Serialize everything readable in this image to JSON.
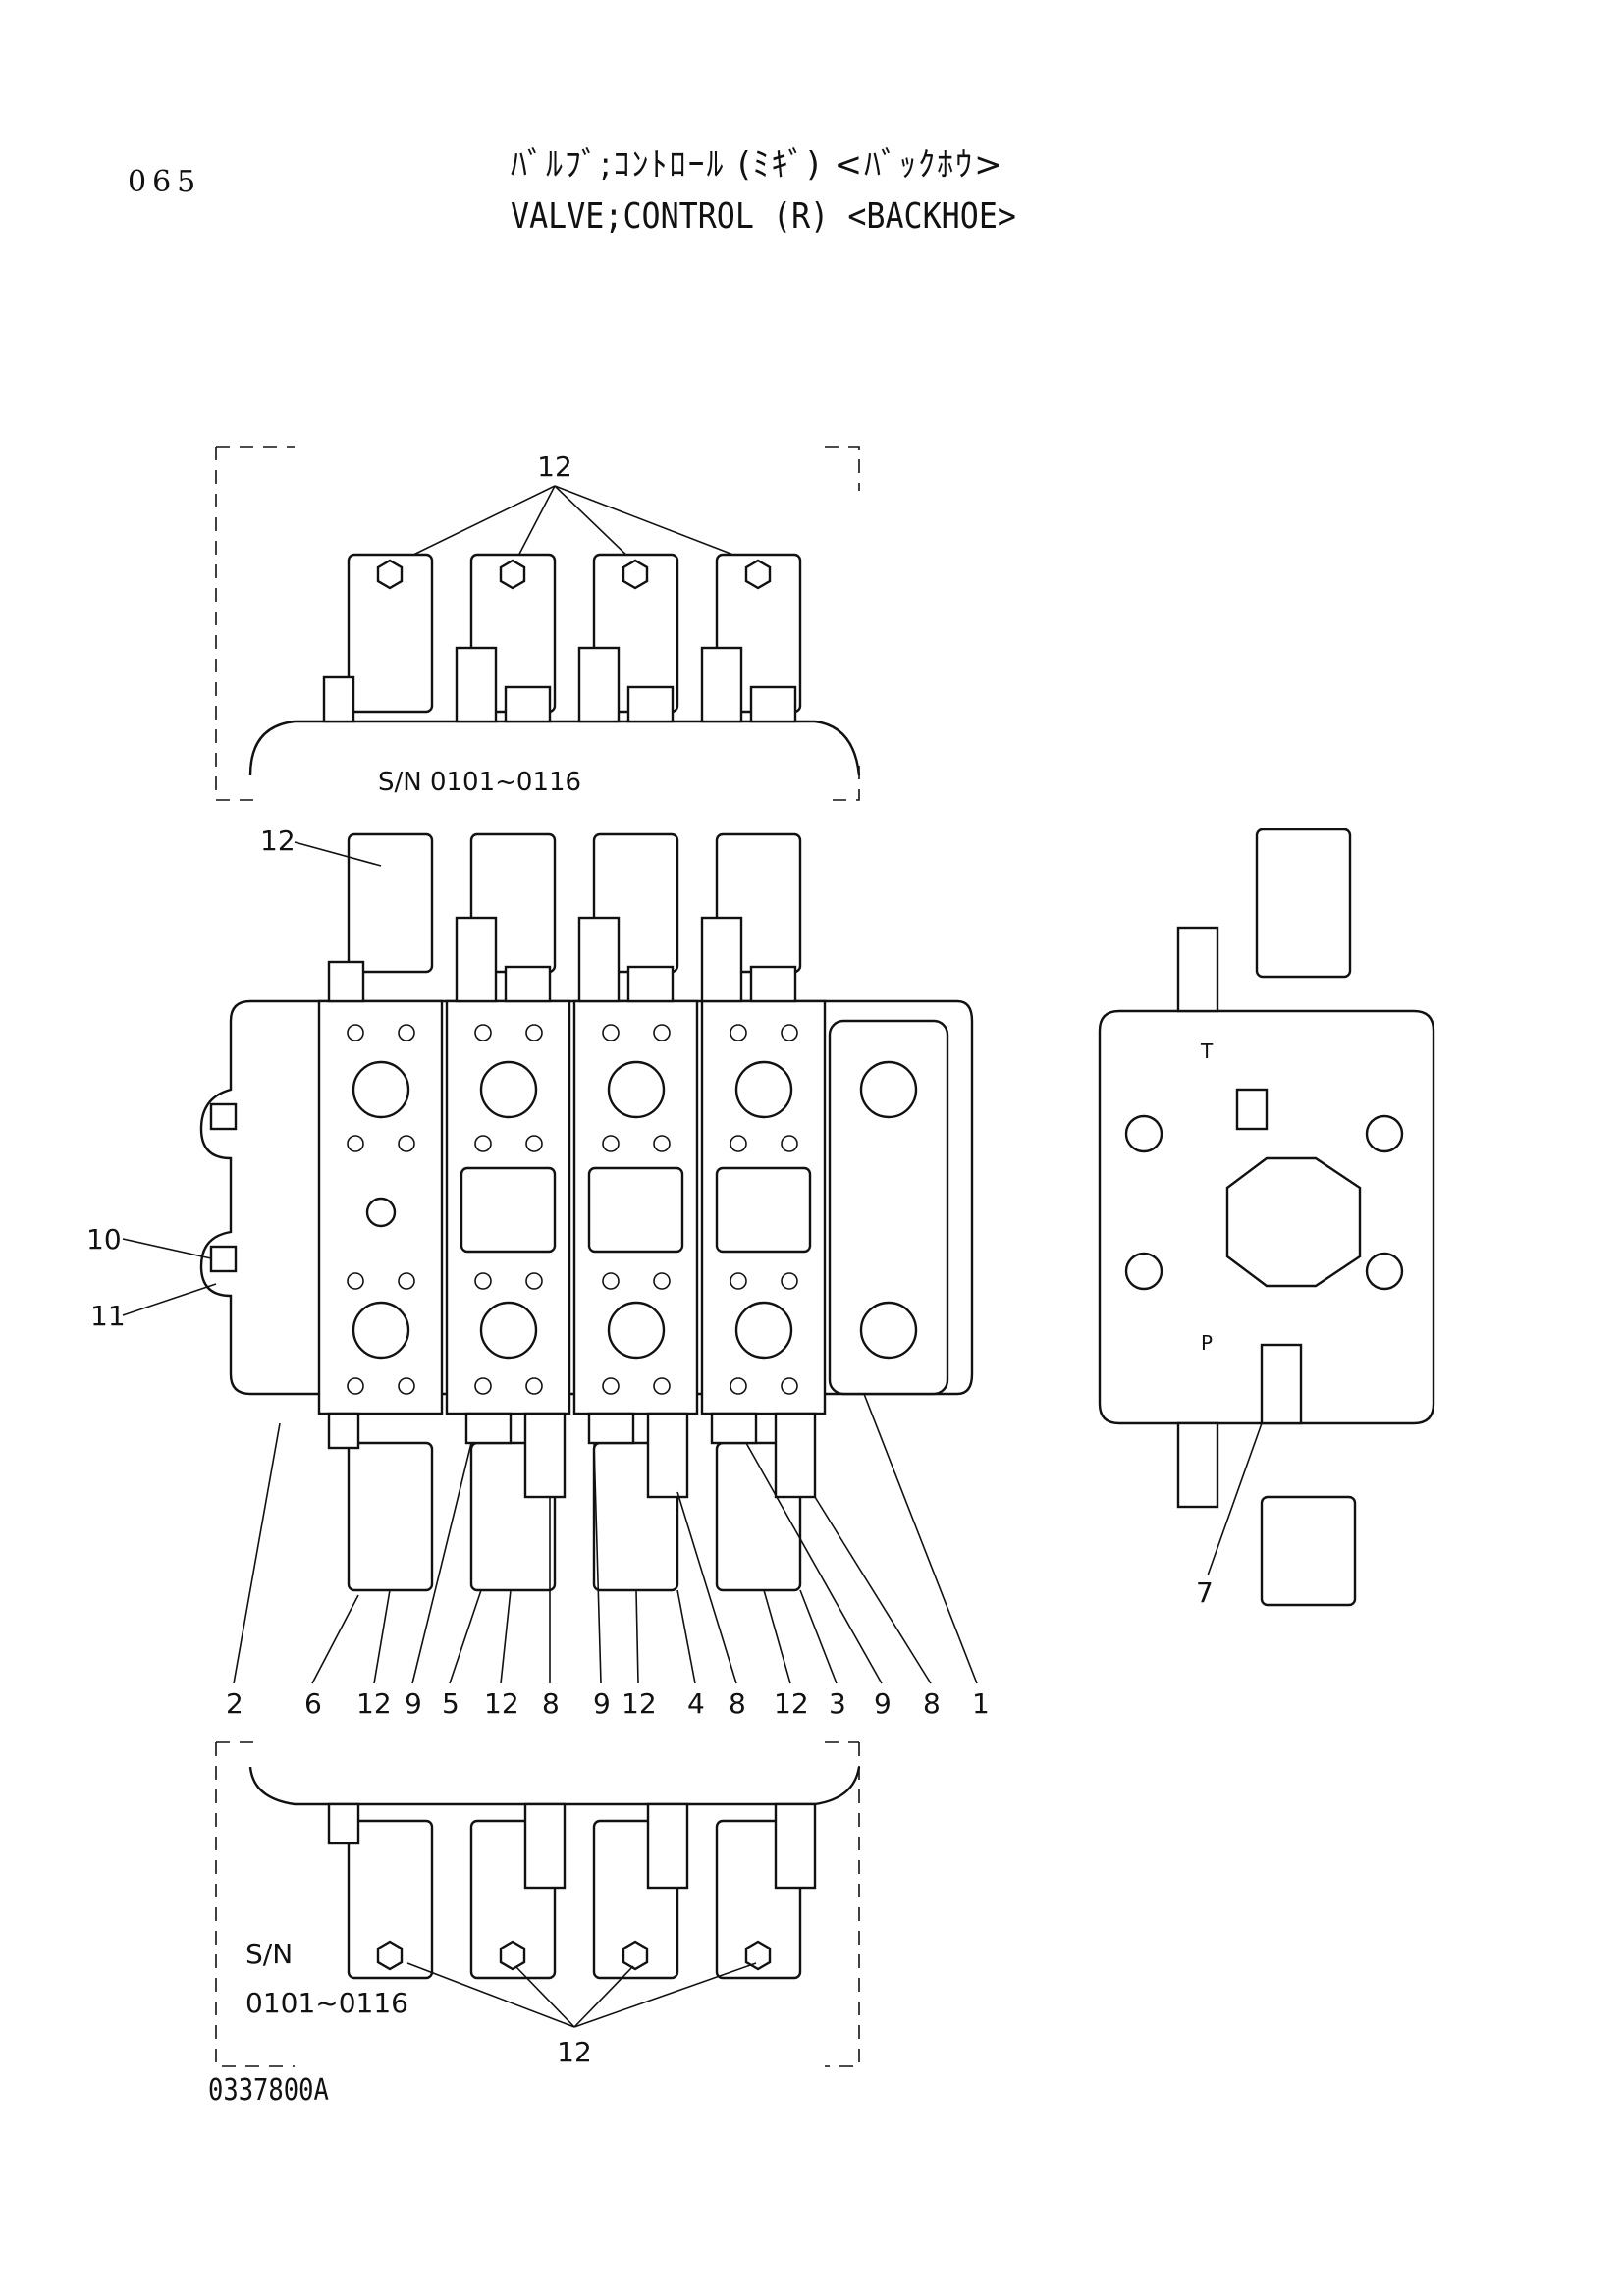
{
  "header": {
    "page_number": "065",
    "title_jp": "ﾊﾞﾙﾌﾞ;ｺﾝﾄﾛｰﾙ (ﾐｷﾞ) <ﾊﾞｯｸﾎｳ>",
    "title_en": "VALVE;CONTROL (R) <BACKHOE>"
  },
  "insets": {
    "top": {
      "sn_label": "S/N  0101~0116",
      "callout": "12"
    },
    "bottom": {
      "sn_prefix": "S/N",
      "sn_range": "0101~0116",
      "callout": "12"
    }
  },
  "callouts": {
    "left_10": "10",
    "left_11": "11",
    "top_12": "12",
    "side_7": "7",
    "bottom_row": [
      "2",
      "6",
      "12",
      "9",
      "5",
      "12",
      "8",
      "9",
      "12",
      "4",
      "8",
      "12",
      "3",
      "9",
      "8",
      "1"
    ]
  },
  "ports": {
    "tank": "T",
    "pump": "P"
  },
  "footer": {
    "drawing_number": "0337800A"
  }
}
